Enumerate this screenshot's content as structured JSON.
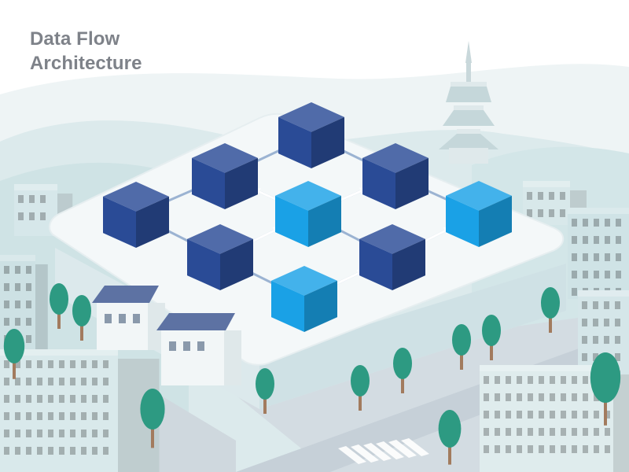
{
  "title": {
    "line1": "Data Flow",
    "line2": "Architecture"
  },
  "diagram": {
    "nodes": [
      {
        "id": "n1",
        "tone": "dark"
      },
      {
        "id": "n2",
        "tone": "dark"
      },
      {
        "id": "n3",
        "tone": "dark"
      },
      {
        "id": "n4",
        "tone": "dark"
      },
      {
        "id": "n5",
        "tone": "light"
      },
      {
        "id": "n6",
        "tone": "light"
      },
      {
        "id": "n7",
        "tone": "dark"
      },
      {
        "id": "n8",
        "tone": "dark"
      },
      {
        "id": "n9",
        "tone": "light"
      }
    ],
    "edges": [
      {
        "from": "n2",
        "to": "n1",
        "arrow": false
      },
      {
        "from": "n1",
        "to": "n3",
        "arrow": false
      },
      {
        "from": "n4",
        "to": "n2",
        "arrow": false
      },
      {
        "from": "n5",
        "to": "n2",
        "arrow": true
      },
      {
        "from": "n5",
        "to": "n3",
        "arrow": true
      },
      {
        "from": "n3",
        "to": "n6",
        "arrow": false
      },
      {
        "from": "n4",
        "to": "n7",
        "arrow": false
      },
      {
        "from": "n7",
        "to": "n5",
        "arrow": true
      },
      {
        "from": "n5",
        "to": "n8",
        "arrow": false
      },
      {
        "from": "n8",
        "to": "n6",
        "arrow": true
      },
      {
        "from": "n7",
        "to": "n9",
        "arrow": false
      },
      {
        "from": "n9",
        "to": "n8",
        "arrow": true
      }
    ]
  },
  "colors": {
    "node_dark": "#2a4b96",
    "node_light": "#1aa1e6",
    "connector": "#9bb3d2",
    "platform": "#f4f8f9",
    "tree": "#2d9a82",
    "building": "#cfe5e7",
    "roof": "#5d72a3",
    "background": "#e5eef0"
  },
  "icons": [
    "pagoda-icon",
    "tree-icon",
    "building-icon",
    "cube-node-icon",
    "arrow-icon"
  ]
}
